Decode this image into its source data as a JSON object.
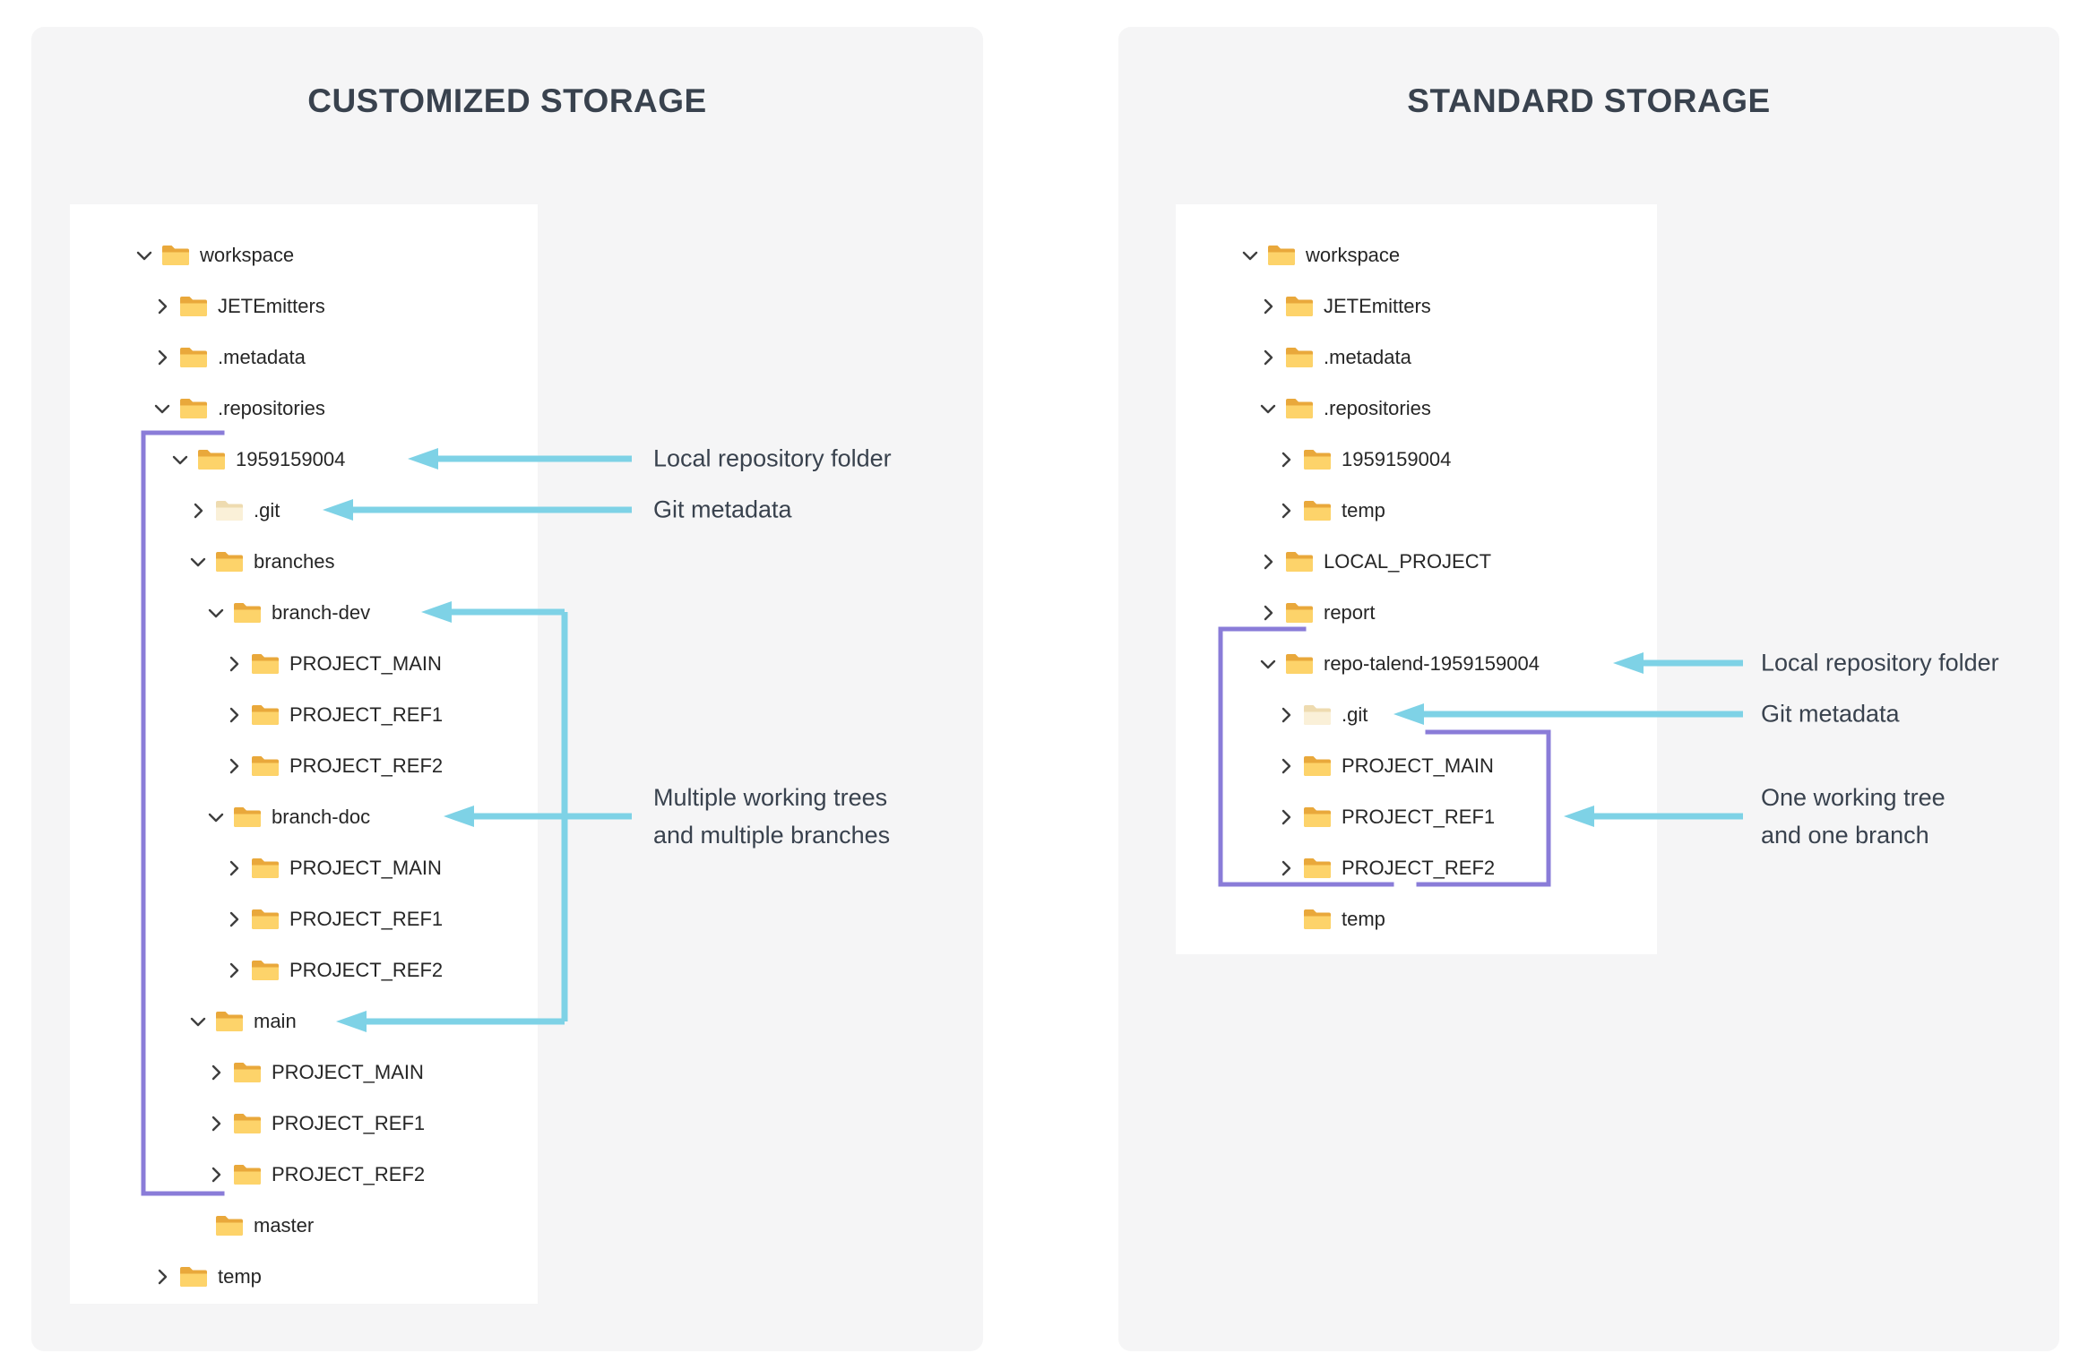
{
  "panels": [
    {
      "title": "CUSTOMIZED STORAGE",
      "tree": [
        {
          "label": "workspace",
          "level": 0,
          "chevron": "down",
          "folder": "normal"
        },
        {
          "label": "JETEmitters",
          "level": 1,
          "chevron": "right",
          "folder": "normal"
        },
        {
          "label": ".metadata",
          "level": 1,
          "chevron": "right",
          "folder": "normal"
        },
        {
          "label": ".repositories",
          "level": 1,
          "chevron": "down",
          "folder": "normal"
        },
        {
          "label": "1959159004",
          "level": 2,
          "chevron": "down",
          "folder": "normal"
        },
        {
          "label": ".git",
          "level": 3,
          "chevron": "right",
          "folder": "pale"
        },
        {
          "label": "branches",
          "level": 3,
          "chevron": "down",
          "folder": "normal"
        },
        {
          "label": "branch-dev",
          "level": 4,
          "chevron": "down",
          "folder": "normal"
        },
        {
          "label": "PROJECT_MAIN",
          "level": 5,
          "chevron": "right",
          "folder": "normal"
        },
        {
          "label": "PROJECT_REF1",
          "level": 5,
          "chevron": "right",
          "folder": "normal"
        },
        {
          "label": "PROJECT_REF2",
          "level": 5,
          "chevron": "right",
          "folder": "normal"
        },
        {
          "label": "branch-doc",
          "level": 4,
          "chevron": "down",
          "folder": "normal"
        },
        {
          "label": "PROJECT_MAIN",
          "level": 5,
          "chevron": "right",
          "folder": "normal"
        },
        {
          "label": "PROJECT_REF1",
          "level": 5,
          "chevron": "right",
          "folder": "normal"
        },
        {
          "label": "PROJECT_REF2",
          "level": 5,
          "chevron": "right",
          "folder": "normal"
        },
        {
          "label": "main",
          "level": 3,
          "chevron": "down",
          "folder": "normal"
        },
        {
          "label": "PROJECT_MAIN",
          "level": 4,
          "chevron": "right",
          "folder": "normal"
        },
        {
          "label": "PROJECT_REF1",
          "level": 4,
          "chevron": "right",
          "folder": "normal"
        },
        {
          "label": "PROJECT_REF2",
          "level": 4,
          "chevron": "right",
          "folder": "normal"
        },
        {
          "label": "master",
          "level": 3,
          "chevron": "none",
          "folder": "normal"
        },
        {
          "label": "temp",
          "level": 1,
          "chevron": "right",
          "folder": "normal"
        }
      ],
      "annotations": {
        "local_repo": "Local repository folder",
        "git_meta": "Git metadata",
        "multi_line1": "Multiple working trees",
        "multi_line2": "and multiple branches"
      }
    },
    {
      "title": "STANDARD STORAGE",
      "tree": [
        {
          "label": "workspace",
          "level": 0,
          "chevron": "down",
          "folder": "normal"
        },
        {
          "label": "JETEmitters",
          "level": 1,
          "chevron": "right",
          "folder": "normal"
        },
        {
          "label": ".metadata",
          "level": 1,
          "chevron": "right",
          "folder": "normal"
        },
        {
          "label": ".repositories",
          "level": 1,
          "chevron": "down",
          "folder": "normal"
        },
        {
          "label": "1959159004",
          "level": 2,
          "chevron": "right",
          "folder": "normal"
        },
        {
          "label": "temp",
          "level": 2,
          "chevron": "right",
          "folder": "normal"
        },
        {
          "label": "LOCAL_PROJECT",
          "level": 1,
          "chevron": "right",
          "folder": "normal"
        },
        {
          "label": "report",
          "level": 1,
          "chevron": "right",
          "folder": "normal"
        },
        {
          "label": "repo-talend-1959159004",
          "level": 1,
          "chevron": "down",
          "folder": "normal"
        },
        {
          "label": ".git",
          "level": 2,
          "chevron": "right",
          "folder": "pale"
        },
        {
          "label": "PROJECT_MAIN",
          "level": 2,
          "chevron": "right",
          "folder": "normal"
        },
        {
          "label": "PROJECT_REF1",
          "level": 2,
          "chevron": "right",
          "folder": "normal"
        },
        {
          "label": "PROJECT_REF2",
          "level": 2,
          "chevron": "right",
          "folder": "normal"
        },
        {
          "label": "temp",
          "level": 2,
          "chevron": "none",
          "folder": "normal"
        }
      ],
      "annotations": {
        "local_repo": "Local repository folder",
        "git_meta": "Git metadata",
        "one_line1": "One working tree",
        "one_line2": "and one branch"
      }
    }
  ],
  "icons": {
    "folder": "folder-icon",
    "folder_pale": "git-folder-icon",
    "chevron_down": "chevron-down-icon",
    "chevron_right": "chevron-right-icon"
  },
  "colors": {
    "arrow_blue": "#7ed2e6",
    "bracket_purple": "#8a7cd8",
    "folder_top": "#e9a83b",
    "folder_body": "#fdd36a",
    "folder_pale_top": "#eedbb0",
    "folder_pale_body": "#faf0d8",
    "panel_bg": "#f5f5f6",
    "title_text": "#39424e",
    "tree_text": "#262626"
  }
}
